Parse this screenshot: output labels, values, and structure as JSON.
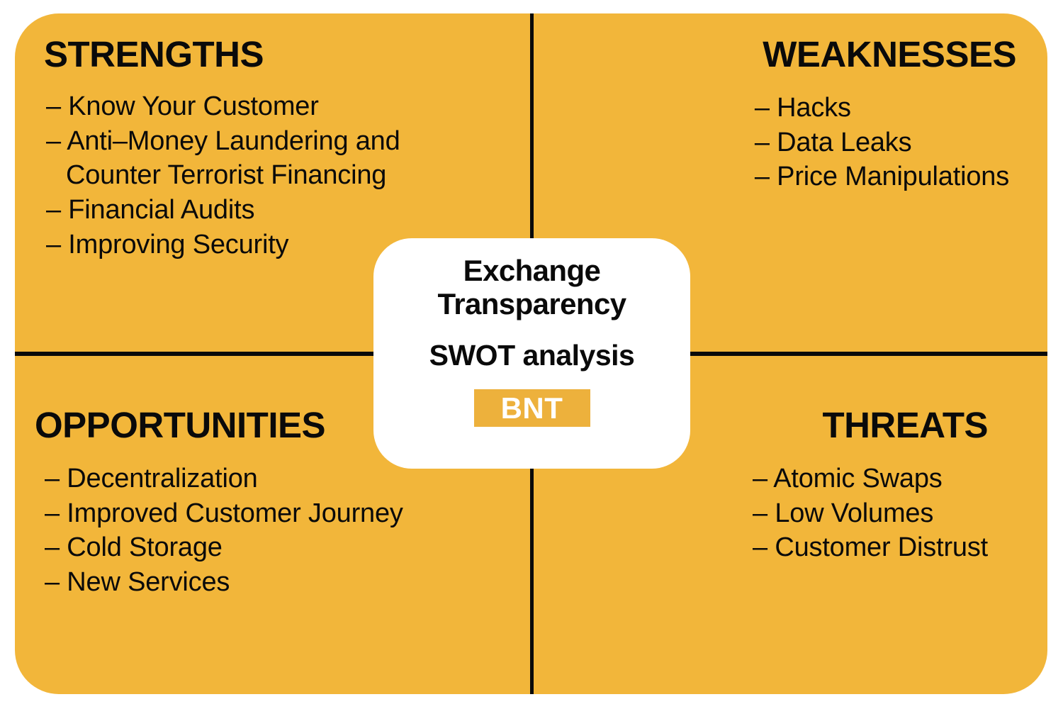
{
  "colors": {
    "panel_background": "#F2B63A",
    "divider": "#0a0a0a",
    "center_card_background": "#FFFFFF",
    "logo_badge_background": "#EDB13C",
    "logo_text": "#FFFFFF",
    "text": "#0a0a0a"
  },
  "center": {
    "title": "Exchange\nTransparency",
    "subtitle": "SWOT analysis",
    "logo": "BNT"
  },
  "quadrants": {
    "strengths": {
      "title": "STRENGTHS",
      "items": [
        "– Know Your Customer",
        "– Anti–Money Laundering and\nCounter Terrorist Financing",
        "– Financial Audits",
        "– Improving Security"
      ]
    },
    "weaknesses": {
      "title": "WEAKNESSES",
      "items": [
        "– Hacks",
        "– Data Leaks",
        "– Price Manipulations"
      ]
    },
    "opportunities": {
      "title": "OPPORTUNITIES",
      "items": [
        "– Decentralization",
        "– Improved Customer Journey",
        "– Cold Storage",
        "– New Services"
      ]
    },
    "threats": {
      "title": "THREATS",
      "items": [
        "– Atomic Swaps",
        "– Low Volumes",
        "– Customer Distrust"
      ]
    }
  }
}
